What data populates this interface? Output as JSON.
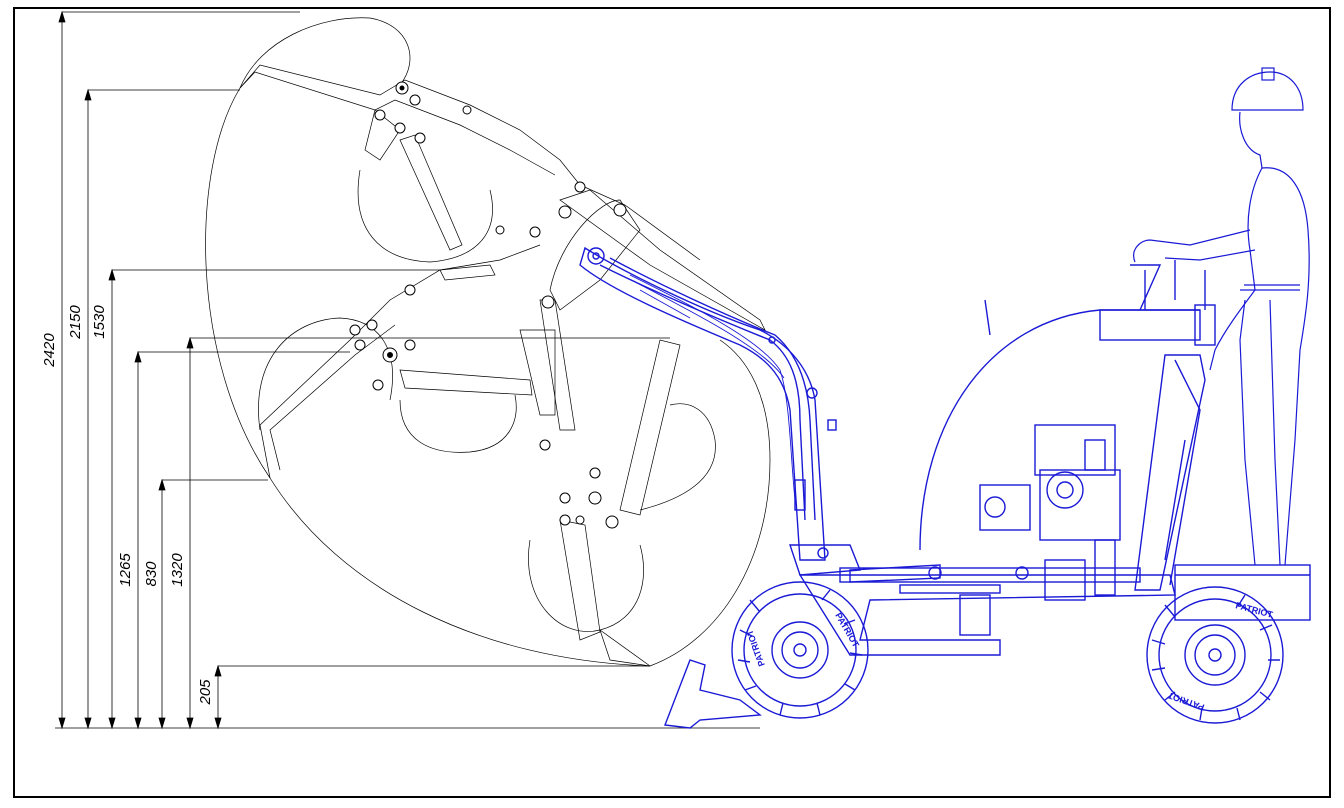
{
  "dimensions": [
    {
      "label": "2420",
      "value_mm": 2420
    },
    {
      "label": "2150",
      "value_mm": 2150
    },
    {
      "label": "1530",
      "value_mm": 1530
    },
    {
      "label": "1265",
      "value_mm": 1265
    },
    {
      "label": "830",
      "value_mm": 830
    },
    {
      "label": "1320",
      "value_mm": 1320
    },
    {
      "label": "205",
      "value_mm": 205
    }
  ],
  "tire_brand": "PATRIOT",
  "colors": {
    "machine": "#1a1ad6",
    "outline": "#000000",
    "frame": "#000000"
  }
}
